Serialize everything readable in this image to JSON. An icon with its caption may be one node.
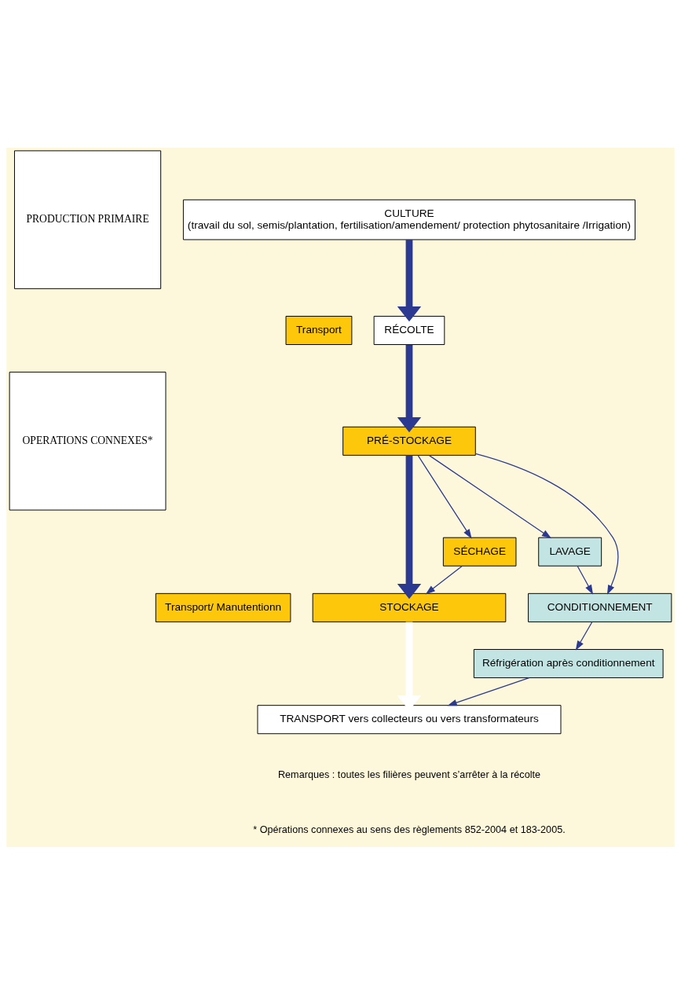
{
  "diagram": {
    "nodes": [
      {
        "text": [
          "PRODUCTION PRIMAIRE"
        ]
      },
      {
        "text": [
          "OPERATIONS CONNEXES*"
        ]
      },
      {
        "text": [
          "CULTURE",
          "(travail du sol, semis/plantation, fertilisation/amendement/ protection phytosanitaire /Irrigation)"
        ]
      },
      {
        "text": [
          "RÉCOLTE"
        ]
      },
      {
        "text": [
          "Transport"
        ]
      },
      {
        "text": [
          "PRÉ-STOCKAGE"
        ]
      },
      {
        "text": [
          "LAVAGE"
        ]
      },
      {
        "text": [
          "SÉCHAGE"
        ]
      },
      {
        "text": [
          "CONDITIONNEMENT"
        ]
      },
      {
        "text": [
          "Transport/ Manutentionn"
        ]
      },
      {
        "text": [
          "STOCKAGE"
        ]
      },
      {
        "text": [
          "Réfrigération après conditionnement"
        ]
      },
      {
        "text": [
          "TRANSPORT vers collecteurs ou vers transformateurs"
        ]
      }
    ],
    "edges": [
      {
        "from": 2,
        "to": 3,
        "arrow": "to",
        "style": "thick"
      },
      {
        "from": 3,
        "to": 5,
        "arrow": "to",
        "style": "thick"
      },
      {
        "from": 5,
        "to": 7,
        "arrow": "to"
      },
      {
        "from": 5,
        "to": 10,
        "arrow": "to",
        "style": "thick"
      },
      {
        "from": 5,
        "to": 8,
        "arrow": "to"
      },
      {
        "from": 5,
        "to": 6,
        "arrow": "to"
      },
      {
        "from": 6,
        "to": 8,
        "arrow": "to"
      },
      {
        "from": 7,
        "to": 10,
        "arrow": "to"
      },
      {
        "from": 8,
        "to": 11,
        "arrow": "to"
      },
      {
        "from": 10,
        "to": 12,
        "arrow": "to",
        "style": "thick",
        "color": "#ffffff"
      },
      {
        "from": 11,
        "to": 12,
        "arrow": "to"
      }
    ],
    "labels": [
      "Remarques : toutes les filières peuvent s’arrêter à la récolte",
      "* Opérations connexes au sens des règlements 852-2004 et 183-2005."
    ]
  }
}
